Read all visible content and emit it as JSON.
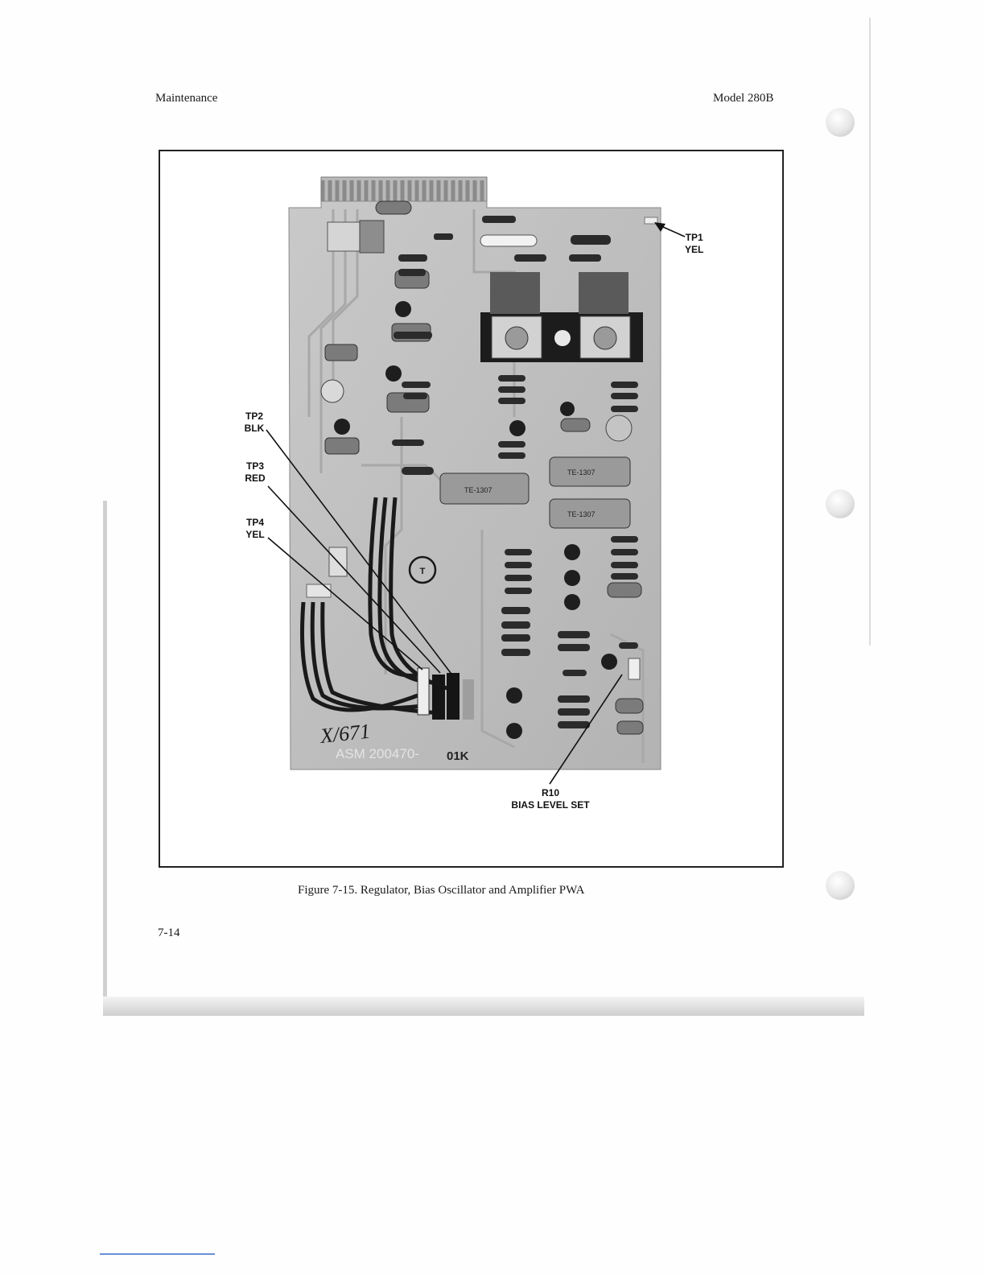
{
  "header": {
    "left": "Maintenance",
    "right": "Model 280B"
  },
  "figure": {
    "callouts": {
      "tp1": {
        "name": "TP1",
        "color": "YEL"
      },
      "tp2": {
        "name": "TP2",
        "color": "BLK"
      },
      "tp3": {
        "name": "TP3",
        "color": "RED"
      },
      "tp4": {
        "name": "TP4",
        "color": "YEL"
      },
      "r10": {
        "name": "R10",
        "desc": "BIAS LEVEL SET"
      }
    },
    "board_marks": {
      "handwritten": "X/671",
      "assembly": "ASM 200470-",
      "rev": "01K",
      "cap_labels": [
        "TE-1307",
        "TE-1307",
        "TE-1307"
      ]
    }
  },
  "caption": "Figure 7-15.  Regulator, Bias Oscillator and Amplifier PWA",
  "page_number": "7-14"
}
